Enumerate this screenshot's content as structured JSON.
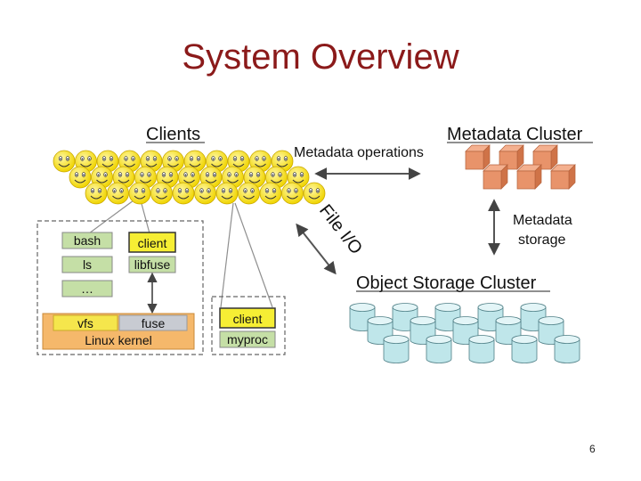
{
  "slide": {
    "title": "System Overview",
    "page_number": "6"
  },
  "diagram": {
    "clients_heading": "Clients",
    "metadata_cluster_heading": "Metadata Cluster",
    "object_storage_heading": "Object Storage Cluster",
    "metadata_operations_label": "Metadata operations",
    "file_io_label": "File I/O",
    "metadata_storage_label": [
      "Metadata",
      "storage"
    ],
    "kernel_client_stack": {
      "user_boxes": [
        "bash",
        "ls",
        "…"
      ],
      "client_label": "client",
      "libfuse_label": "libfuse",
      "vfs_label": "vfs",
      "fuse_label": "fuse",
      "kernel_label": "Linux kernel"
    },
    "library_client_stack": {
      "client_label": "client",
      "app_label": "myproc"
    },
    "colors": {
      "title": "#8b1a1a",
      "smiley_face": "#f5e12a",
      "metadata_node": "#e8936a",
      "storage_node": "#bfe6ea",
      "client_box": "#f6ee34",
      "user_box": "#c5dfa6",
      "kernel": "#f5b86b",
      "line": "#7f7f7f",
      "heading_underline": "#222222"
    }
  }
}
